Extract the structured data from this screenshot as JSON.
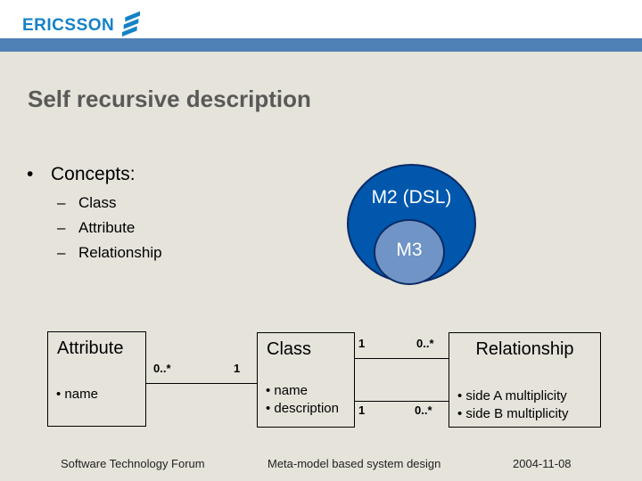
{
  "brand": {
    "logo_text": "ERICSSON",
    "logo_color": "#1482c6",
    "icons": {
      "logo_mark": "ericsson-three-bars"
    }
  },
  "colors": {
    "background": "#e5e3da",
    "accent_bar": "#4f81b7",
    "venn_outer_fill": "#0057ac",
    "venn_inner_fill": "#6f94c5",
    "venn_border": "#0a2a66",
    "title_text": "#595957"
  },
  "slide": {
    "title": "Self recursive description"
  },
  "bullets": {
    "heading": "Concepts:",
    "items": [
      "Class",
      "Attribute",
      "Relationship"
    ]
  },
  "venn": {
    "outer_label": "M2 (DSL)",
    "inner_label": "M3"
  },
  "uml": {
    "classes": [
      {
        "name": "Attribute",
        "attributes": [
          "name"
        ]
      },
      {
        "name": "Class",
        "attributes": [
          "name",
          "description"
        ]
      },
      {
        "name": "Relationship",
        "attributes": [
          "side A multiplicity",
          "side B multiplicity"
        ]
      }
    ],
    "associations": [
      {
        "from": "Attribute",
        "to": "Class",
        "from_mult": "0..*",
        "to_mult": "1"
      },
      {
        "from": "Class",
        "to": "Relationship",
        "from_mult": "1",
        "to_mult": "0..*"
      },
      {
        "from": "Class",
        "to": "Relationship",
        "from_mult": "1",
        "to_mult": "0..*"
      }
    ]
  },
  "footer": {
    "left": "Software Technology Forum",
    "center": "Meta-model based system design",
    "right": "2004-11-08"
  }
}
